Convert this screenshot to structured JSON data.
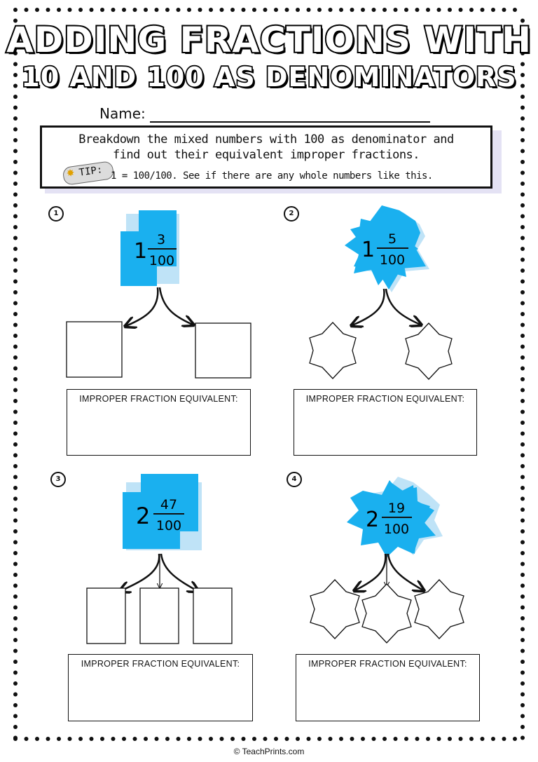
{
  "title": {
    "line1": "ADDING FRACTIONS WITH",
    "line2": "10 AND 100 AS DENOMINATORS"
  },
  "name_label": "Name:",
  "instructions": {
    "line1": "Breakdown the mixed numbers with 100 as denominator and",
    "line2": "find out their equivalent improper fractions.",
    "tip_label": "TIP:",
    "tip_text": "1 = 100/100. See if there are any whole numbers like this."
  },
  "colors": {
    "accent": "#1ab0ef",
    "accent_shadow": "#bfe3f7",
    "dot_border": "#111111"
  },
  "problems": [
    {
      "number": "1",
      "whole": "1",
      "numerator": "3",
      "denominator": "100",
      "shape": "square",
      "answer_label": "IMPROPER FRACTION EQUIVALENT:"
    },
    {
      "number": "2",
      "whole": "1",
      "numerator": "5",
      "denominator": "100",
      "shape": "star",
      "answer_label": "IMPROPER FRACTION EQUIVALENT:"
    },
    {
      "number": "3",
      "whole": "2",
      "numerator": "47",
      "denominator": "100",
      "shape": "square",
      "answer_label": "IMPROPER FRACTION EQUIVALENT:"
    },
    {
      "number": "4",
      "whole": "2",
      "numerator": "19",
      "denominator": "100",
      "shape": "star",
      "answer_label": "IMPROPER FRACTION EQUIVALENT:"
    }
  ],
  "footer": "© TeachPrints.com"
}
